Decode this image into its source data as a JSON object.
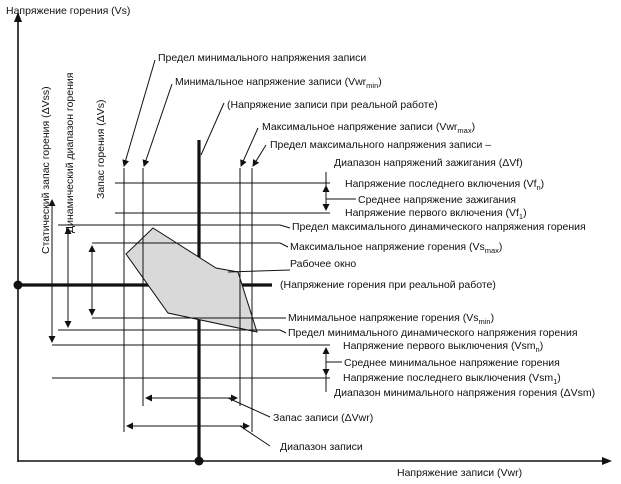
{
  "axes": {
    "y_label": "Напряжение горения (Vs)",
    "x_label": "Напряжение записи (Vwr)"
  },
  "vertical_labels": {
    "static_margin": "Статический запас горения (ΔVss)",
    "dynamic_range": "Динамический диапазон горения",
    "burn_margin": "Запас горения (ΔVs)"
  },
  "top_labels": {
    "min_write_limit": "Предел минимального напряжения записи",
    "min_write": "Минимальное напряжение записи (Vwr",
    "min_write_sub": "min",
    "min_write_close": ")",
    "real_write": "(Напряжение записи при реальной работе)",
    "max_write": "Максимальное напряжение записи (Vwr",
    "max_write_sub": "max",
    "max_write_close": ")",
    "max_write_limit": "Предел максимального напряжения записи –"
  },
  "right_labels": {
    "ignition_range": "Диапазон напряжений зажигания (ΔVf)",
    "last_on": "Напряжение последнего включения (Vf",
    "last_on_sub": "n",
    "last_on_close": ")",
    "avg_ignition": "Среднее напряжение зажигания",
    "first_on": "Напряжение первого включения (Vf",
    "first_on_sub": "1",
    "first_on_close": ")",
    "max_dyn_limit": "Предел максимального динамического напряжения горения",
    "max_burn": "Максимальное напряжение горения (Vs",
    "max_burn_sub": "max",
    "max_burn_close": ")",
    "work_window": "Рабочее окно",
    "real_burn": "(Напряжение горения при реальной работе)",
    "min_burn": "Минимальное напряжение горения (Vs",
    "min_burn_sub": "min",
    "min_burn_close": ")",
    "min_dyn_limit": "Предел минимального динамического напряжения горения",
    "first_off": "Напряжение первого выключения (Vsm",
    "first_off_sub": "n",
    "first_off_close": ")",
    "avg_min_burn": "Среднее минимальное напряжение горения",
    "last_off": "Напряжение последнего выключения (Vsm",
    "last_off_sub": "1",
    "last_off_close": ")",
    "min_burn_range": "Диапазон минимального напряжения горения (ΔVsm)"
  },
  "bottom_labels": {
    "write_margin": "Запас записи (ΔVwr)",
    "write_range": "Диапазон записи"
  },
  "colors": {
    "line": "#111111",
    "window_fill": "#d9d9d9"
  }
}
